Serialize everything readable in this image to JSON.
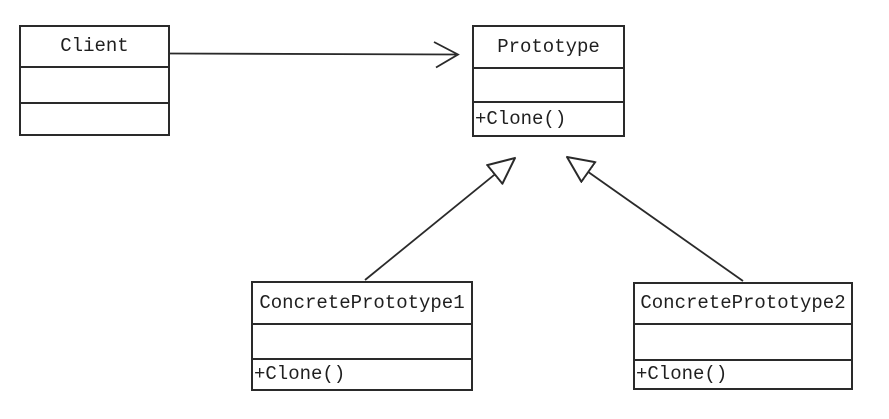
{
  "diagram": {
    "kind": "uml-class-diagram",
    "pattern": "Prototype",
    "colors": {
      "stroke": "#2a2a2a",
      "fill": "#ffffff",
      "background": "#ffffff",
      "text": "#1f1f1f"
    },
    "classes": {
      "client": {
        "name": "Client",
        "attributes": "",
        "operations": ""
      },
      "prototype": {
        "name": "Prototype",
        "attributes": "",
        "operations": "+Clone()"
      },
      "concrete1": {
        "name": "ConcretePrototype1",
        "attributes": "",
        "operations": "+Clone()"
      },
      "concrete2": {
        "name": "ConcretePrototype2",
        "attributes": "",
        "operations": "+Clone()"
      }
    },
    "relationships": [
      {
        "type": "association",
        "from": "Client",
        "to": "Prototype",
        "arrowhead": "open"
      },
      {
        "type": "generalization",
        "from": "ConcretePrototype1",
        "to": "Prototype",
        "arrowhead": "hollow-triangle"
      },
      {
        "type": "generalization",
        "from": "ConcretePrototype2",
        "to": "Prototype",
        "arrowhead": "hollow-triangle"
      }
    ]
  }
}
